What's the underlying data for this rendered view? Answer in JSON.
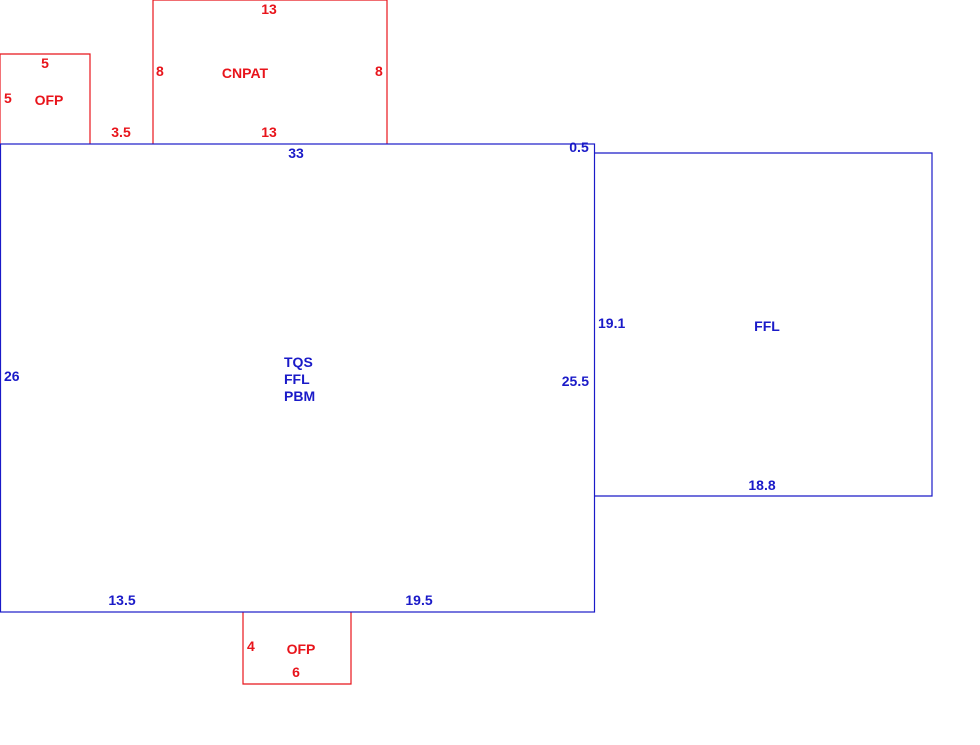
{
  "colors": {
    "main_structure": "#1a1ac8",
    "attached_structure": "#e8141b",
    "background": "#ffffff"
  },
  "main": {
    "codes": [
      "TQS",
      "FFL",
      "PBM"
    ],
    "top": "33",
    "left": "26",
    "right": "25.5",
    "bottom_left": "13.5",
    "bottom_right": "19.5",
    "offset": "0.5"
  },
  "side": {
    "code": "FFL",
    "left": "19.1",
    "bottom": "18.8"
  },
  "cnpat": {
    "code": "CNPAT",
    "top": "13",
    "bottom": "13",
    "left": "8",
    "right": "8"
  },
  "ofp_top": {
    "code": "OFP",
    "top": "5",
    "left": "5",
    "gap": "3.5"
  },
  "ofp_bottom": {
    "code": "OFP",
    "left": "4",
    "bottom": "6"
  }
}
